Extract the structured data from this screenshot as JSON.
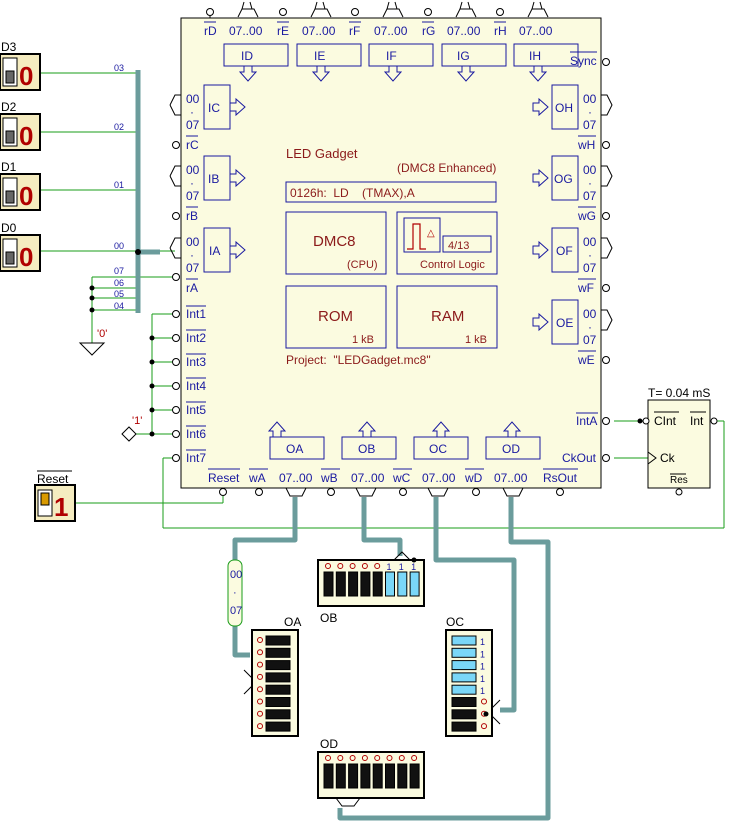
{
  "chip": {
    "title": "LED Gadget",
    "subtitle": "(DMC8 Enhanced)",
    "instruction": "0126h:  LD    (TMAX),A",
    "cpu_label": "DMC8",
    "cpu_sub": "(CPU)",
    "control_label": "Control Logic",
    "control_step": "4/13",
    "rom_label": "ROM",
    "rom_size": "1 kB",
    "ram_label": "RAM",
    "ram_size": "1 kB",
    "project": "Project:  \"LEDGadget.mc8\"",
    "top_pins": [
      {
        "read": "rD",
        "bits": "07..00",
        "port": "ID"
      },
      {
        "read": "rE",
        "bits": "07..00",
        "port": "IE"
      },
      {
        "read": "rF",
        "bits": "07..00",
        "port": "IF"
      },
      {
        "read": "rG",
        "bits": "07..00",
        "port": "IG"
      },
      {
        "read": "rH",
        "bits": "07..00",
        "port": "IH"
      }
    ],
    "sync_label": "Sync",
    "left_ports": [
      {
        "port": "IC",
        "hi": "00",
        "lo": "07",
        "read": "rC"
      },
      {
        "port": "IB",
        "hi": "00",
        "lo": "07",
        "read": "rB"
      },
      {
        "port": "IA",
        "hi": "00",
        "lo": "07",
        "read": "rA"
      }
    ],
    "right_ports": [
      {
        "port": "OH",
        "hi": "00",
        "lo": "07",
        "write": "wH"
      },
      {
        "port": "OG",
        "hi": "00",
        "lo": "07",
        "write": "wG"
      },
      {
        "port": "OF",
        "hi": "00",
        "lo": "07",
        "write": "wF"
      },
      {
        "port": "OE",
        "hi": "00",
        "lo": "07",
        "write": "wE"
      }
    ],
    "interrupts": [
      "Int1",
      "Int2",
      "Int3",
      "Int4",
      "Int5",
      "Int6",
      "Int7"
    ],
    "int_a": "IntA",
    "ck_out": "CkOut",
    "bottom_ports": [
      "OA",
      "OB",
      "OC",
      "OD"
    ],
    "bottom_pins": [
      "Reset",
      "wA",
      "07..00",
      "wB",
      "07..00",
      "wC",
      "07..00",
      "wD",
      "07..00",
      "RsOut"
    ],
    "dot_char": "·"
  },
  "switches": [
    {
      "name": "D3",
      "value": "0",
      "bus_tag": "03"
    },
    {
      "name": "D2",
      "value": "0",
      "bus_tag": "02"
    },
    {
      "name": "D1",
      "value": "0",
      "bus_tag": "01"
    },
    {
      "name": "D0",
      "value": "0",
      "bus_tag": "00"
    }
  ],
  "bus_tags_extra": [
    "07",
    "06",
    "05",
    "04"
  ],
  "ground_label": "'0'",
  "one_label": "'1'",
  "reset": {
    "label": "Reset",
    "value": "1"
  },
  "timer": {
    "title": "T= 0.04 mS",
    "clint": "CInt",
    "int": "Int",
    "ck": "Ck",
    "res": "Res"
  },
  "bus_label": {
    "a": "00",
    "b": "·",
    "c": "07"
  },
  "displays": {
    "OA": {
      "label": "OA",
      "bits": [
        0,
        0,
        0,
        0,
        0,
        0,
        0,
        0
      ]
    },
    "OB": {
      "label": "OB",
      "bits": [
        0,
        0,
        0,
        0,
        0,
        1,
        1,
        1
      ],
      "digits": [
        "1",
        "1",
        "1"
      ]
    },
    "OC": {
      "label": "OC",
      "bits": [
        1,
        1,
        1,
        1,
        1,
        0,
        0,
        0
      ],
      "digits": [
        "1",
        "1",
        "1",
        "1",
        "1"
      ]
    },
    "OD": {
      "label": "OD",
      "bits": [
        0,
        0,
        0,
        0,
        0,
        0,
        0,
        0
      ]
    }
  },
  "colors": {
    "chip": "#fbfbe0",
    "label": "#1a1aa0",
    "chip_text": "#8b1a1a",
    "bus": "#6b9c9c",
    "wire": "#1a9c1a",
    "led_on": "#7ad7f8",
    "led_off": "#111111",
    "switch_digit": "#b00000"
  }
}
